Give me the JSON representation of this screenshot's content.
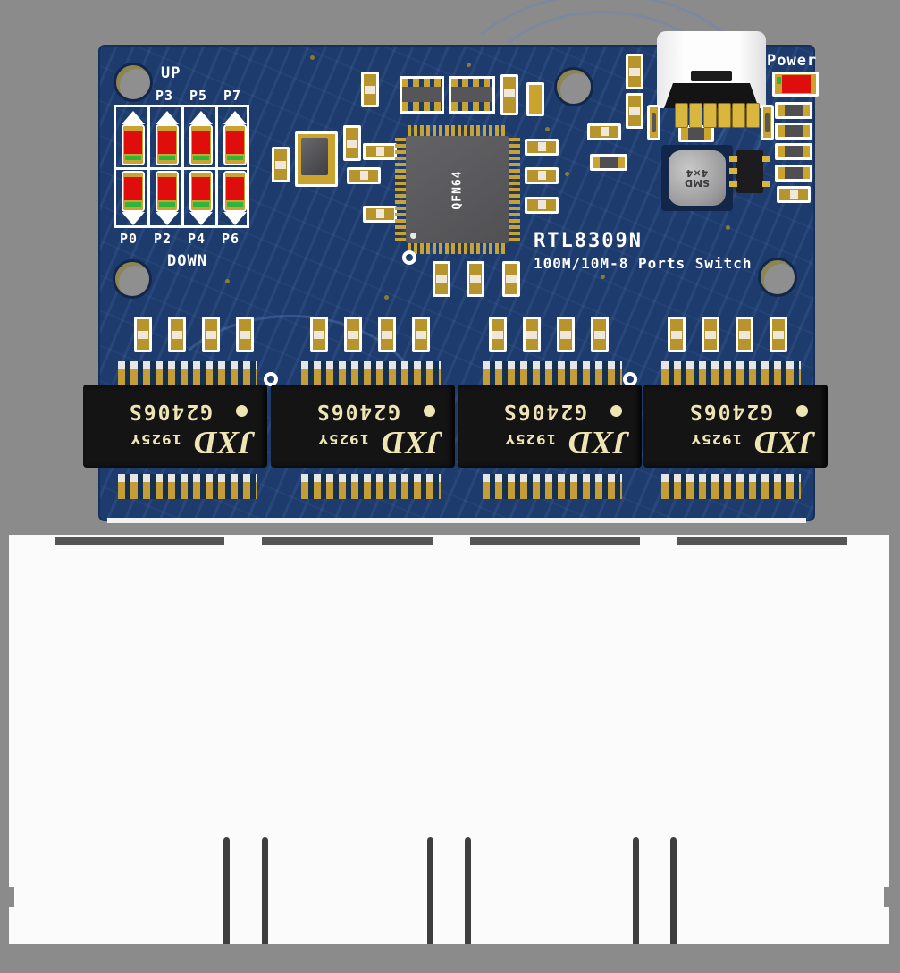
{
  "scene": {
    "description": "3D render of blue 8-port Ethernet switch PCB module with white RJ45 connector row",
    "background_color": "#8b8b8b",
    "pcb_color": "#1d3b6d",
    "gold_color": "#c8a233",
    "led_color": "#e00d0d",
    "transformer_body_color": "#141414",
    "transformer_text_color": "#efe5b4"
  },
  "silkscreen": {
    "up_label": "UP",
    "down_label": "DOWN",
    "power_label": "Power",
    "title": "RTL8309N",
    "subtitle": "100M/10M-8 Ports Switch",
    "top_port_labels": [
      "P3",
      "P5",
      "P7"
    ],
    "bottom_port_labels": [
      "P0",
      "P2",
      "P4",
      "P6"
    ]
  },
  "components": {
    "main_chip": {
      "package_label": "QFN64"
    },
    "inductor": {
      "line1": "SMD",
      "line2": "4×4"
    },
    "transformer": {
      "brand": "JXD",
      "date_code": "1925Y",
      "model": "G2406S",
      "count": 4
    },
    "rj45_ports": 4,
    "led_count": 8
  }
}
